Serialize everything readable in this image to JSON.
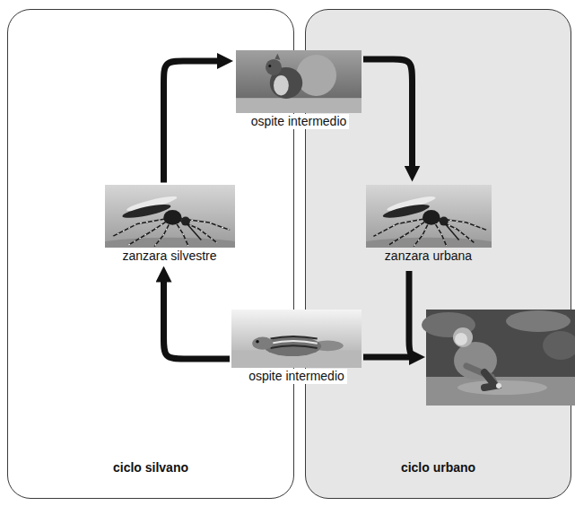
{
  "diagram": {
    "nodes": [
      {
        "text": [
          "ciclo silvano"
        ]
      },
      {
        "text": [
          "ciclo urbano"
        ]
      },
      {
        "text": [
          "ospite intermedio"
        ]
      },
      {
        "text": [
          "zanzara silvestre"
        ],
        "in": 0
      },
      {
        "text": [
          "zanzara urbana"
        ],
        "in": 1
      },
      {
        "text": [
          "ospite intermedio"
        ]
      }
    ],
    "edges": [
      {
        "from": 3,
        "to": 2,
        "arrow": "to"
      },
      {
        "from": 2,
        "to": 4,
        "arrow": "to"
      },
      {
        "from": 5,
        "to": 3,
        "arrow": "to"
      }
    ]
  }
}
